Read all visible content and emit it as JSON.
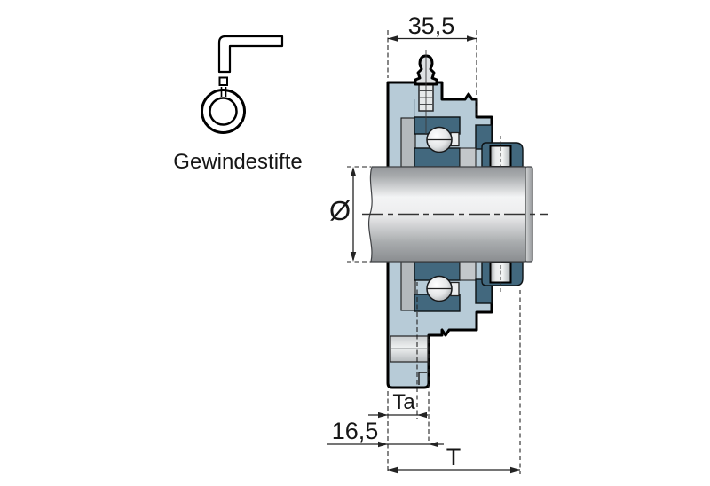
{
  "legend": {
    "label": "Gewindestifte"
  },
  "icons": {
    "legend_icon": "allen-key-with-set-screw-and-locking-ring"
  },
  "dimensions": {
    "housing_width": "35,5",
    "shaft_diameter": "Ø",
    "ta": "Ta",
    "flange_offset": "16,5",
    "total_width": "T"
  },
  "colors": {
    "housing": "#b7cbd7",
    "ring": "#42687e",
    "gray": "#b4b9bc",
    "outline": "#000000",
    "dim": "#232323"
  }
}
